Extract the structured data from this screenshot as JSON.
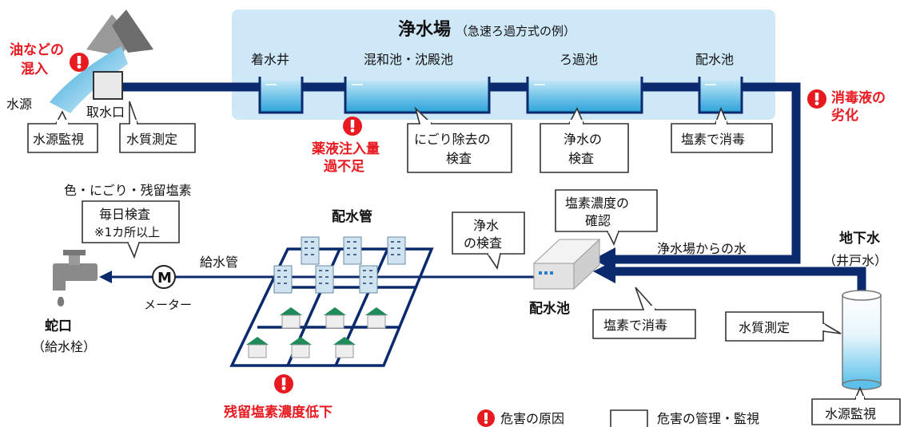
{
  "plant": {
    "title": "浄水場",
    "subtitle": "（急速ろ過方式の例）",
    "stages": {
      "receiving_well": "着水井",
      "mixing_settling": "混和池・沈殿池",
      "filtration": "ろ過池",
      "distribution_tank": "配水池"
    }
  },
  "source": {
    "label": "水源",
    "intake": "取水口",
    "hazard_oil": [
      "油などの",
      "混入"
    ],
    "monitor": "水源監視",
    "quality": "水質測定"
  },
  "checks": {
    "turbidity_removal": [
      "にごり除去の",
      "検査"
    ],
    "purified_check": [
      "浄水の",
      "検査"
    ],
    "chlorine_disinfect": "塩素で消毒"
  },
  "hazards": {
    "disinfectant_degradation": [
      "消毒液の",
      "劣化"
    ],
    "chemical_dose": [
      "薬液注入量",
      "過不足"
    ],
    "residual_chlorine_low": "残留塩素濃度低下"
  },
  "distribution": {
    "tap_title": "色・にごり・残留塩素",
    "daily_check": [
      "毎日検査",
      "※1カ所以上"
    ],
    "supply_pipe": "給水管",
    "meter_symbol": "M",
    "meter_label": "メーター",
    "tap": "蛇口",
    "tap_sub": "（給水栓）",
    "main_pipe": "配水管",
    "purified_check": [
      "浄水",
      "の検査"
    ],
    "chlorine_confirm": [
      "塩素濃度の",
      "確認"
    ],
    "from_plant": "浄水場からの水",
    "reservoir": "配水池",
    "chlorine_disinfect": "塩素で消毒"
  },
  "groundwater": {
    "title": "地下水",
    "sub": "（井戸水）",
    "quality": "水質測定",
    "monitor": "水源監視"
  },
  "legend": {
    "hazard_cause": "危害の原因",
    "hazard_control": "危害の管理・監視"
  },
  "colors": {
    "pipe": "#0b2a6e",
    "hazard": "#e8191f",
    "water": "#4db3e6",
    "plant_bg": "#cfe8f8"
  }
}
